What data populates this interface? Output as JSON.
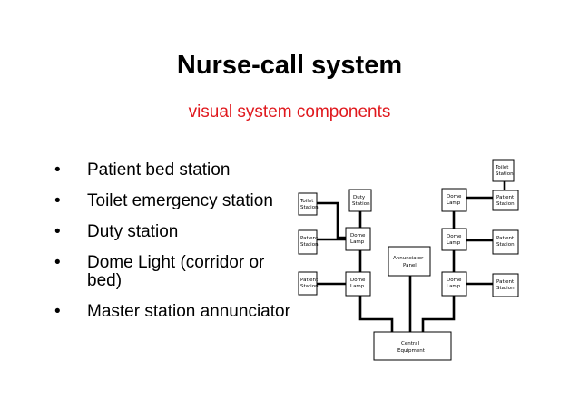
{
  "slide": {
    "title": "Nurse-call system",
    "subtitle": "visual system components",
    "subtitle_color": "#e0191e"
  },
  "bullets": [
    "Patient bed station",
    "Toilet emergency station",
    "Duty station",
    "Dome Light (corridor or bed)",
    "Master station annunciator"
  ],
  "diagram": {
    "toilet_station_left": [
      "Toilet",
      "Station"
    ],
    "patient_station_left_1": [
      "Patient",
      "Station"
    ],
    "patient_station_left_2": [
      "Patient",
      "Station"
    ],
    "duty_station": [
      "Duty",
      "Station"
    ],
    "dome_lamp_left_1": [
      "Dome",
      "Lamp"
    ],
    "dome_lamp_left_2": [
      "Dome",
      "Lamp"
    ],
    "annunciator_panel": [
      "Annunciator",
      "Panel"
    ],
    "dome_lamp_right_1": [
      "Dome",
      "Lamp"
    ],
    "dome_lamp_right_2": [
      "Dome",
      "Lamp"
    ],
    "dome_lamp_right_3": [
      "Dome",
      "Lamp"
    ],
    "toilet_station_right": [
      "Toilet",
      "Station"
    ],
    "patient_station_right_1": [
      "Patient",
      "Station"
    ],
    "patient_station_right_2": [
      "Patient",
      "Station"
    ],
    "patient_station_right_3": [
      "Patient",
      "Station"
    ],
    "central_equipment": [
      "Central",
      "Equipment"
    ]
  }
}
